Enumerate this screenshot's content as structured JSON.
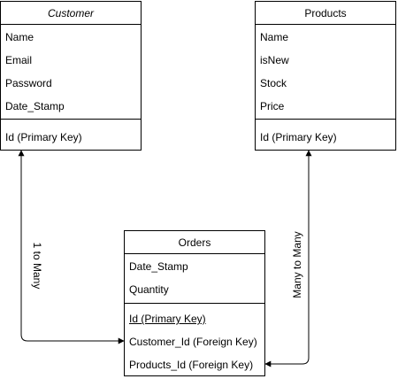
{
  "customer": {
    "title": "Customer",
    "fields": [
      "Name",
      "Email",
      "Password",
      "Date_Stamp"
    ],
    "key": "Id (Primary Key)"
  },
  "products": {
    "title": "Products",
    "fields": [
      "Name",
      "isNew",
      "Stock",
      "Price"
    ],
    "key": "Id (Primary Key)"
  },
  "orders": {
    "title": "Orders",
    "fields": [
      "Date_Stamp",
      "Quantity"
    ],
    "keys": [
      "Id (Primary Key)",
      "Customer_Id (Foreign Key)",
      "Products_Id (Foreign Key)"
    ]
  },
  "relationships": {
    "customer_orders": "1 to Many",
    "products_orders": "Many to Many"
  }
}
